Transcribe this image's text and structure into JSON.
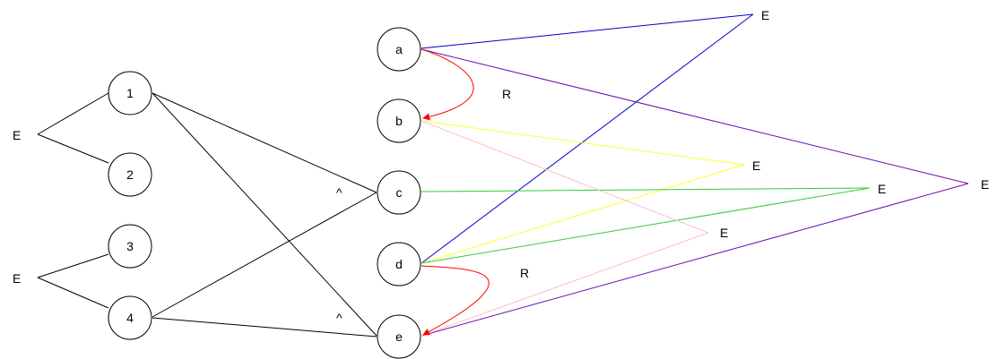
{
  "left_nodes": [
    {
      "id": "n1",
      "label": "1"
    },
    {
      "id": "n2",
      "label": "2"
    },
    {
      "id": "n3",
      "label": "3"
    },
    {
      "id": "n4",
      "label": "4"
    }
  ],
  "mid_nodes": [
    {
      "id": "na",
      "label": "a"
    },
    {
      "id": "nb",
      "label": "b"
    },
    {
      "id": "nc",
      "label": "c"
    },
    {
      "id": "nd",
      "label": "d"
    },
    {
      "id": "ne",
      "label": "e"
    }
  ],
  "left_e_labels": [
    "E",
    "E"
  ],
  "right_e_labels": [
    "E",
    "E",
    "E",
    "E",
    "E"
  ],
  "caret_labels": [
    "^",
    "^"
  ],
  "relation_labels": [
    "R",
    "R"
  ],
  "colors": {
    "black": "#000000",
    "blue": "#0000cc",
    "purple": "#6a0dad",
    "yellow": "#ffff33",
    "green": "#33cc33",
    "pink": "#ffc0cb",
    "red": "#ff0000"
  }
}
